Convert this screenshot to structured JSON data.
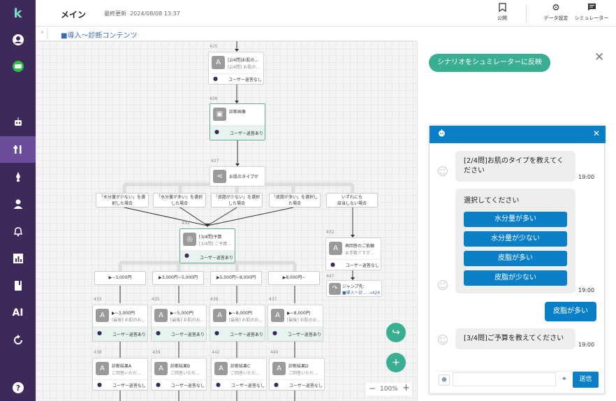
{
  "sidebar": {
    "logo": "k",
    "items": [
      {
        "icon": "user-circle-icon"
      },
      {
        "icon": "line-icon"
      },
      {
        "icon": "robot-icon"
      },
      {
        "icon": "tools-icon",
        "active": true
      },
      {
        "icon": "rocket-icon"
      },
      {
        "icon": "person-icon"
      },
      {
        "icon": "bell-icon"
      },
      {
        "icon": "bar-chart-icon"
      },
      {
        "icon": "book-icon"
      },
      {
        "icon": "ai-icon",
        "text": "AI"
      },
      {
        "icon": "refresh-icon"
      },
      {
        "icon": "help-icon"
      }
    ]
  },
  "header": {
    "title": "メイン",
    "last_updated_label": "最終更新",
    "last_updated": "2024/08/08 13:37",
    "publish_label": "公開",
    "data_settings_label": "データ設定",
    "simulator_label": "シミュレーター"
  },
  "breadcrumb": {
    "text": "■導入～診断コンテンツ"
  },
  "flow": {
    "node425": {
      "id": "425",
      "title": "[2/4問]お肌の…",
      "sub": "[2/4問] お肌の…",
      "footer": "ユーザー返答なし"
    },
    "node426": {
      "id": "426",
      "title": "診断画像",
      "footer": "ユーザー返答あり"
    },
    "node427": {
      "id": "427",
      "title": "お肌のタイプが"
    },
    "conditions": [
      {
        "l1": "「水分量が少ない」を選",
        "l2": "択した場合"
      },
      {
        "l1": "「水分量が多い」を選択",
        "l2": "した場合"
      },
      {
        "l1": "「皮脂が少ない」を選択",
        "l2": "した場合"
      },
      {
        "l1": "「皮脂が多い」を選択し",
        "l2": "た場合"
      },
      {
        "l1": "いずれにも",
        "l2": "該当しない場合"
      }
    ],
    "node431": {
      "id": "431",
      "title": "[3/4問]予算",
      "sub": "[3/4問] ご予算…",
      "footer": "ユーザー返答あり"
    },
    "node432": {
      "id": "432",
      "title": "再回答のご依頼",
      "sub": "お手数ですが…",
      "footer": "ユーザー返答なし"
    },
    "jump": {
      "id": "447",
      "label": "ジャンプ先：",
      "target": "■導入～診… →426"
    },
    "ranges": [
      "▶~3,000円",
      "▶3,000円~5,000円",
      "▶5,000円~8,000円",
      "▶8,000円~"
    ],
    "mid_nodes": [
      {
        "id": "433",
        "title": "▶~3,000円",
        "sub": "[最後] お肌のお…",
        "footer": "ユーザー返答あり"
      },
      {
        "id": "435",
        "title": "▶~5,000円",
        "sub": "[最後] お肌のお…",
        "footer": "ユーザー返答あり"
      },
      {
        "id": "436",
        "title": "▶~8,000円",
        "sub": "[最後] お肌のお…",
        "footer": "ユーザー返答あり"
      },
      {
        "id": "437",
        "title": "▶~8,000円",
        "sub": "[最後] お肌のお…",
        "footer": "ユーザー返答あり"
      }
    ],
    "bottom_nodes": [
      {
        "id": "438",
        "title": "診断結果A",
        "sub": "ご回答いただ…",
        "footer": "ユーザー返答なし"
      },
      {
        "id": "439",
        "title": "診断結果B",
        "sub": "ご回答いただ…",
        "footer": "ユーザー返答なし"
      },
      {
        "id": "442",
        "title": "診断結果C",
        "sub": "ご回答いただ…",
        "footer": "ユーザー返答なし"
      },
      {
        "id": "440",
        "title": "診断結果D",
        "sub": "ご回答いただ…",
        "footer": "ユーザー返答なし"
      }
    ],
    "zoom": "100%"
  },
  "panel": {
    "reflect_button": "シナリオをシュミレーターに反映",
    "messages": {
      "q2": "[2/4問]お肌のタイプを教えてください",
      "q2_time": "19:00",
      "prompt": "選択してください",
      "choices": [
        "水分量が多い",
        "水分量が少ない",
        "皮脂が多い",
        "皮脂が少ない"
      ],
      "choices_time": "19:00",
      "user_reply": "皮脂が多い",
      "q3": "[3/4問]ご予算を教えてください",
      "q3_time": "19:00"
    },
    "input_placeholder": "",
    "send_label": "送信"
  },
  "colors": {
    "sidebar": "#3d2a5a",
    "accent_green": "#3aae93",
    "accent_blue": "#0a7fc7"
  }
}
